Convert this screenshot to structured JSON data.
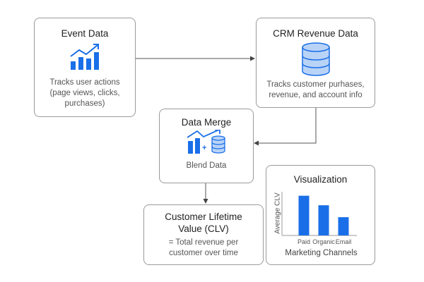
{
  "nodes": {
    "event": {
      "title": "Event Data",
      "desc": [
        "Tracks user actions",
        "(page views, clicks,",
        "purchases)"
      ]
    },
    "crm": {
      "title": "CRM Revenue Data",
      "desc": [
        "Tracks customer purhases,",
        "revenue, and account info"
      ]
    },
    "merge": {
      "title": "Data Merge",
      "desc": "Blend Data",
      "plus": "+"
    },
    "clv": {
      "title": [
        "Customer Lifetime",
        "Value (CLV)"
      ],
      "desc": [
        "= Total revenue per",
        "customer over time"
      ]
    },
    "viz": {
      "title": "Visualization"
    }
  },
  "colors": {
    "accent": "#1a6fe8",
    "db_fill": "#b9d3f7",
    "border": "#9a9a9a",
    "arrow": "#444444"
  },
  "chart_data": {
    "type": "bar",
    "categories": [
      "Paid",
      "Organic",
      "Email"
    ],
    "values": [
      100,
      76,
      46
    ],
    "ylabel": "Average CLV",
    "xlabel": "Marketing Channels",
    "ylim": [
      0,
      110
    ]
  }
}
